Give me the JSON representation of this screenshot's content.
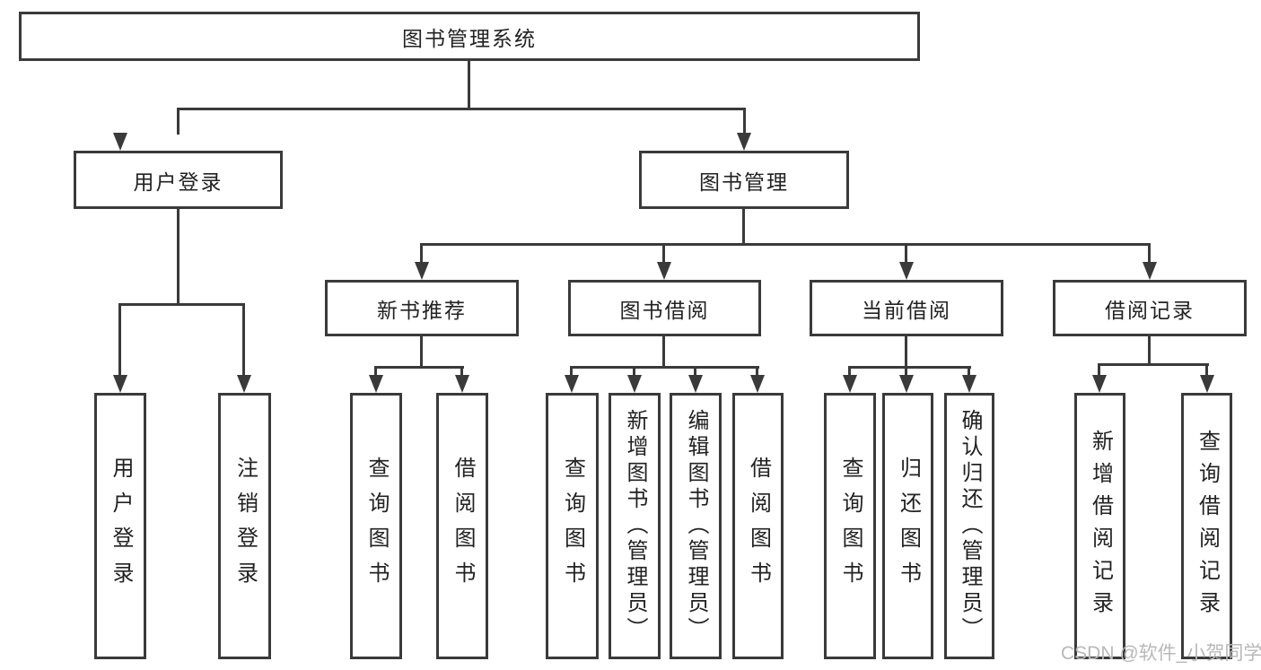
{
  "diagram_title": "图书管理系统",
  "tree": {
    "label": "图书管理系统",
    "children": [
      {
        "label": "用户登录",
        "children": [
          {
            "label": "用户登录"
          },
          {
            "label": "注销登录"
          }
        ]
      },
      {
        "label": "图书管理",
        "children": [
          {
            "label": "新书推荐",
            "children": [
              {
                "label": "查询图书"
              },
              {
                "label": "借阅图书"
              }
            ]
          },
          {
            "label": "图书借阅",
            "children": [
              {
                "label": "查询图书"
              },
              {
                "label": "新增图书（管理员）"
              },
              {
                "label": "编辑图书（管理员）"
              },
              {
                "label": "借阅图书"
              }
            ]
          },
          {
            "label": "当前借阅",
            "children": [
              {
                "label": "查询图书"
              },
              {
                "label": "归还图书"
              },
              {
                "label": "确认归还（管理员）"
              }
            ]
          },
          {
            "label": "借阅记录",
            "children": [
              {
                "label": "新增借阅记录"
              },
              {
                "label": "查询借阅记录"
              }
            ]
          }
        ]
      }
    ]
  },
  "watermark": "CSDN @软件_小贺同学",
  "colors": {
    "line": "#3a3a3a",
    "text": "#222222",
    "background": "#ffffff",
    "watermark": "#b8b8b8"
  }
}
